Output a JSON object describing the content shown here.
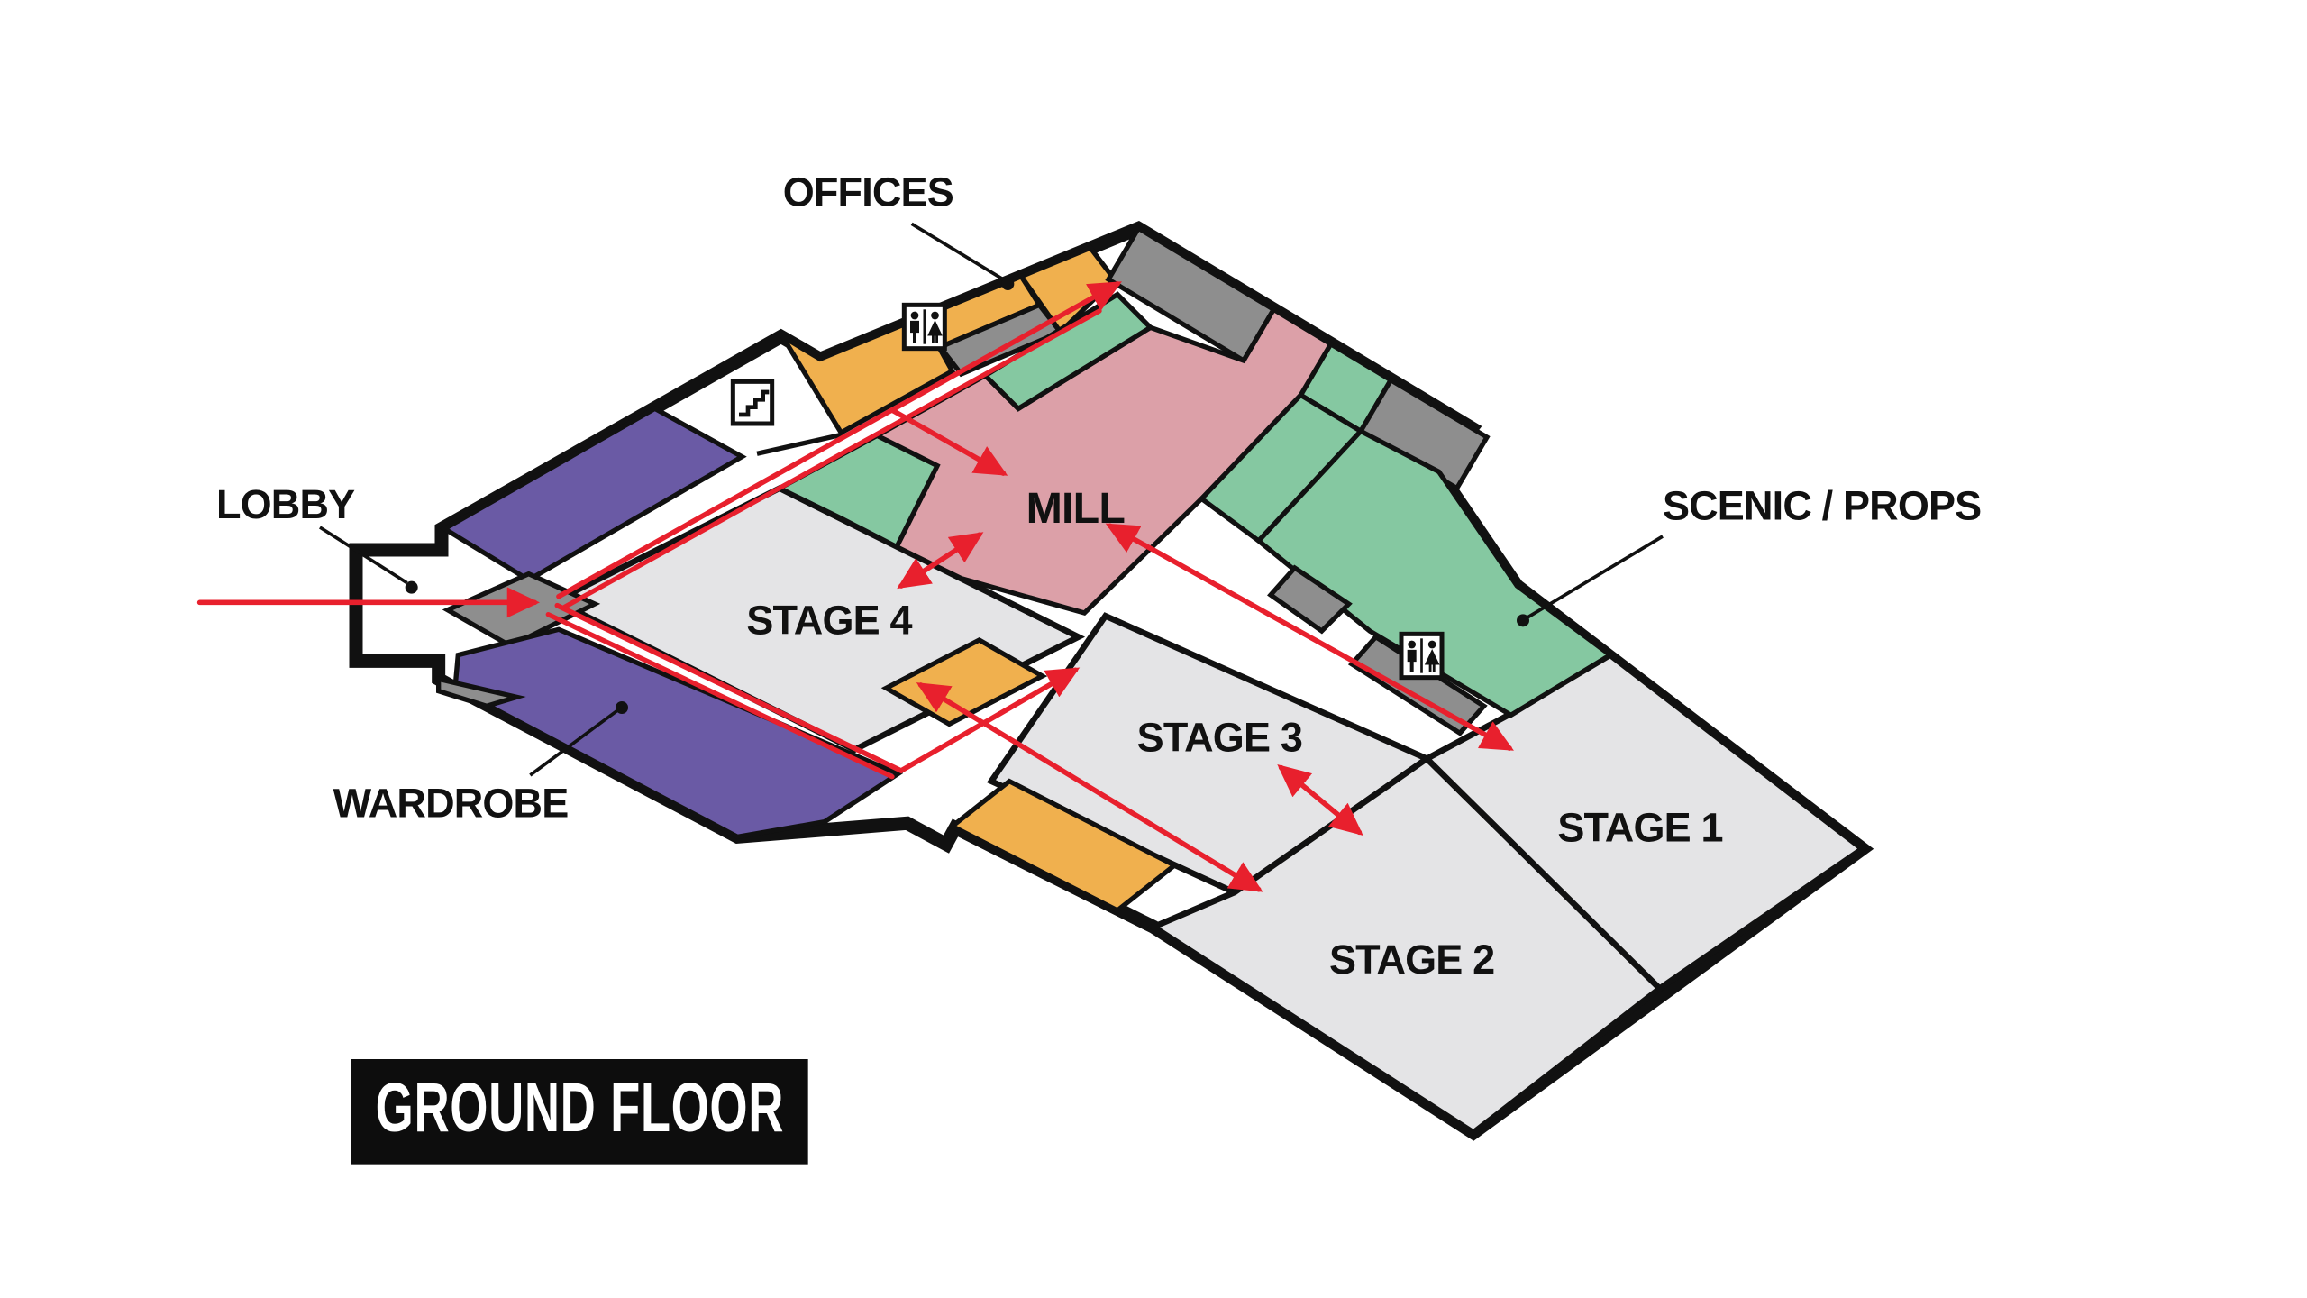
{
  "title": {
    "badge": "GROUND FLOOR"
  },
  "labels": {
    "offices": "OFFICES",
    "lobby": "LOBBY",
    "wardrobe": "WARDROBE",
    "mill": "MILL",
    "stage4": "STAGE 4",
    "stage3": "STAGE 3",
    "stage2": "STAGE 2",
    "stage1": "STAGE 1",
    "scenic": "SCENIC / PROPS"
  },
  "rooms": [
    {
      "name": "stage-1",
      "label": "STAGE 1",
      "color_key": "stage"
    },
    {
      "name": "stage-2",
      "label": "STAGE 2",
      "color_key": "stage"
    },
    {
      "name": "stage-3",
      "label": "STAGE 3",
      "color_key": "stage"
    },
    {
      "name": "stage-4",
      "label": "STAGE 4",
      "color_key": "stage"
    },
    {
      "name": "mill",
      "label": "MILL",
      "color_key": "pink"
    },
    {
      "name": "offices",
      "label": "OFFICES",
      "color_key": "orange"
    },
    {
      "name": "lobby-north",
      "label": "LOBBY",
      "color_key": "purple"
    },
    {
      "name": "wardrobe",
      "label": "WARDROBE",
      "color_key": "purple"
    },
    {
      "name": "scenic-props",
      "label": "SCENIC / PROPS",
      "color_key": "green"
    },
    {
      "name": "service-gray-rooms",
      "label": "",
      "color_key": "gray"
    }
  ],
  "icons": [
    {
      "name": "stairs-icon"
    },
    {
      "name": "restroom-icon-offices"
    },
    {
      "name": "restroom-icon-scenic"
    }
  ],
  "flows": [
    {
      "name": "entry",
      "route": "exterior to lobby junction",
      "heads": 1
    },
    {
      "name": "north-corridor",
      "route": "lobby junction to offices corridor end",
      "heads": 1
    },
    {
      "name": "south-corridor",
      "route": "lobby junction to stage 3 west corner",
      "heads": 1
    },
    {
      "name": "corridor-to-mill",
      "route": "north corridor to mill",
      "heads": 1
    },
    {
      "name": "stage4-mill",
      "route": "stage 4 to mill",
      "heads": 2
    },
    {
      "name": "stage4-stage2",
      "route": "stage 4 to stage 2",
      "heads": 2
    },
    {
      "name": "mill-stage1",
      "route": "mill to stage 1 across stage 3",
      "heads": 2
    },
    {
      "name": "stage3-stage2",
      "route": "stage 3 to stage 2",
      "heads": 2
    }
  ],
  "colors": {
    "orange": "#F0B04E",
    "purple": "#6A5AA5",
    "green": "#85C8A1",
    "pink": "#DCA0A8",
    "gray": "#8E8E8E",
    "stage": "#E4E4E6",
    "red": "#E8202D",
    "outline": "#111111",
    "badgeBg": "#0D0D0D",
    "badgeText": "#FFFFFF"
  }
}
